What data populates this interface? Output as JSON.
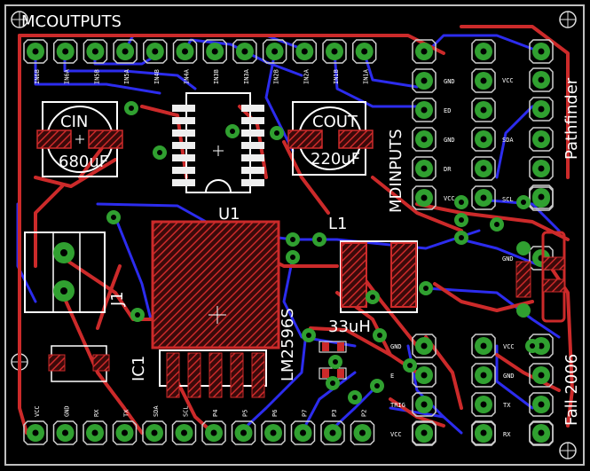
{
  "window": {
    "title": "EAGLE Board Editor"
  },
  "colors": {
    "background": "#000000",
    "top_copper": "#cc2a2a",
    "bottom_copper": "#2c2cee",
    "pad": "#30a030",
    "silkscreen": "#ffffff",
    "outline": "#c0c0c0"
  },
  "labels": {
    "mcoutputs": "MCOUTPUTS",
    "mdinputs": "MDINPUTS",
    "pathfinder": "Pathfinder",
    "fall": "Fall 2006",
    "cin": "CIN",
    "cin_value": "680uF",
    "cout": "COUT",
    "cout_value": "220uF",
    "u1": "U1",
    "l1": "L1",
    "l1_value": "33uH",
    "ic1": "IC1",
    "ic1_part": "LM2596S",
    "j1": "J1"
  },
  "top_pins": [
    "IN6B",
    "IN6A",
    "IN5B",
    "IN5A",
    "IN4B",
    "IN4A",
    "IN3B",
    "IN3A",
    "IN2B",
    "IN2A",
    "IN1B",
    "IN1A"
  ],
  "bottom_pins": [
    "VCC",
    "GND",
    "RX",
    "TX",
    "SDA",
    "SCL",
    "P4",
    "P5",
    "P6",
    "P7",
    "P3",
    "P2"
  ],
  "mdinputs_pins": [
    "GND",
    "ED",
    "GND",
    "DR",
    "VCC"
  ],
  "right_top_pins": [
    "VCC",
    "SDA",
    "SCL",
    "GND"
  ],
  "sensor_pins": [
    "GND",
    "E",
    "TRIG",
    "VCC"
  ],
  "sensor2_pins": [
    "VCC",
    "GND",
    "TX",
    "RX"
  ]
}
